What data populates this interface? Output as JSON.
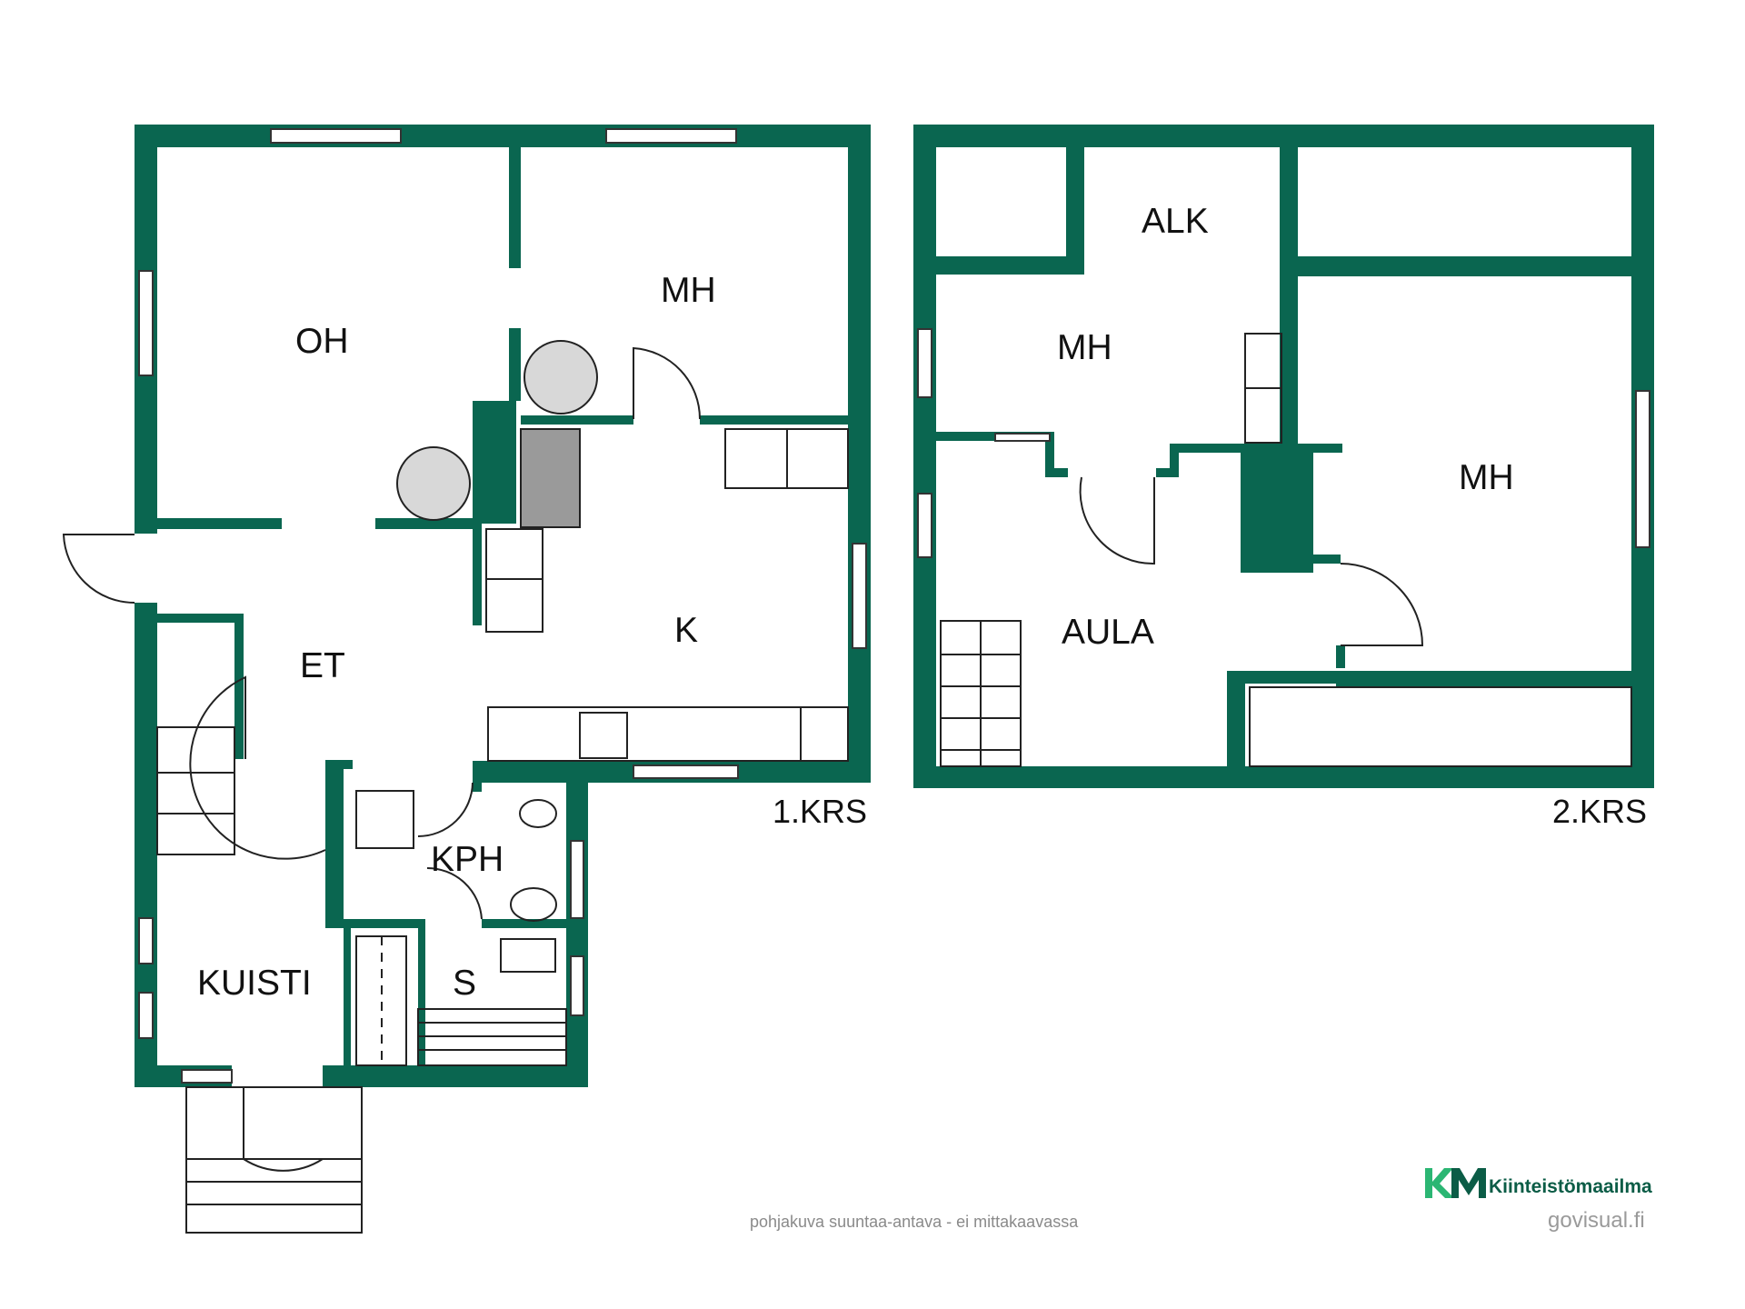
{
  "colors": {
    "wall": "#0a6650",
    "brand_dark": "#0b5c46",
    "brand_light": "#2bb673"
  },
  "floor1": {
    "label": "1.KRS",
    "rooms": {
      "oh": "OH",
      "mh": "MH",
      "k": "K",
      "et": "ET",
      "kph": "KPH",
      "s": "S",
      "kuisti": "KUISTI"
    }
  },
  "floor2": {
    "label": "2.KRS",
    "rooms": {
      "alk": "ALK",
      "mh_left": "MH",
      "mh_right": "MH",
      "aula": "AULA"
    }
  },
  "footer": {
    "note": "pohjakuva suuntaa-antava - ei mittakaavassa",
    "brand": "Kiinteistömaailma",
    "credit": "govisual.fi",
    "logo_icon": "km-logo-icon"
  }
}
